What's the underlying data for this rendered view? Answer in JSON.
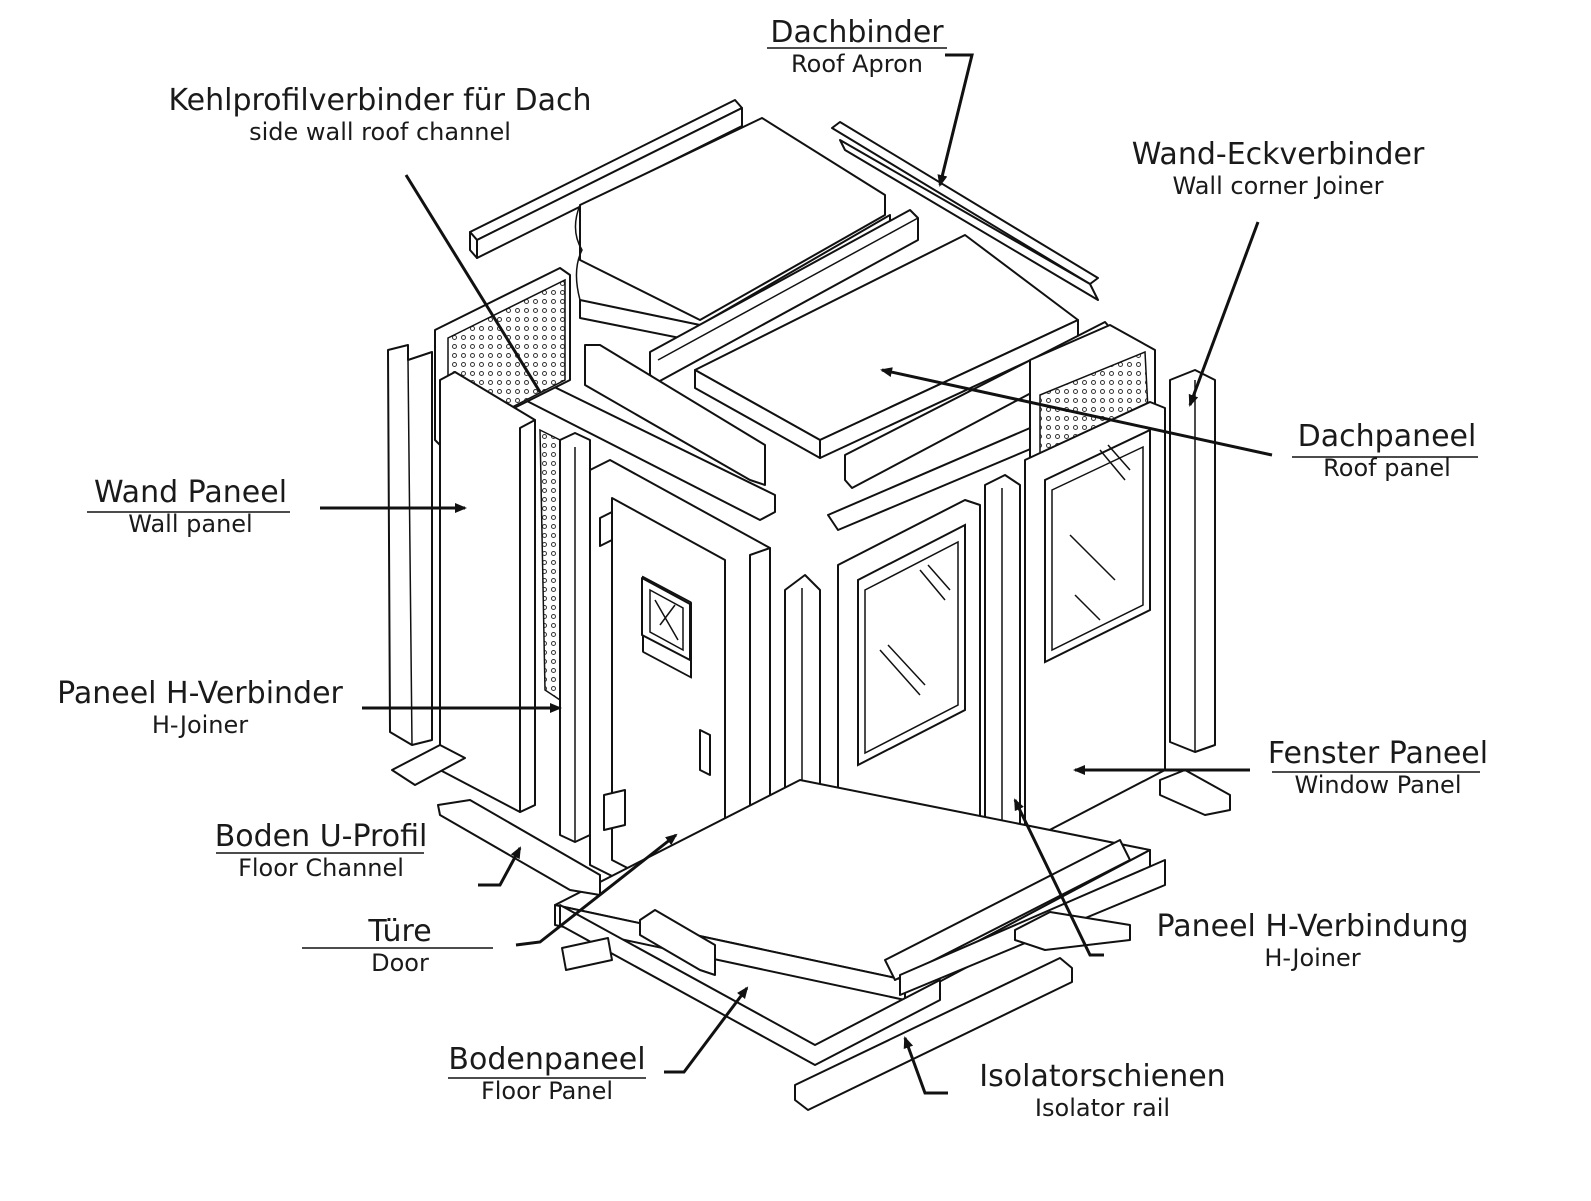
{
  "labels": {
    "dachbinder": {
      "de": "Dachbinder",
      "en": "Roof Apron"
    },
    "kehlprofil": {
      "de": "Kehlprofilverbinder für Dach",
      "en": "side wall roof channel"
    },
    "wandeck": {
      "de": "Wand-Eckverbinder",
      "en": "Wall corner Joiner"
    },
    "dachpaneel": {
      "de": "Dachpaneel",
      "en": "Roof panel"
    },
    "wandpaneel": {
      "de": "Wand Paneel",
      "en": "Wall panel"
    },
    "hverbinder": {
      "de": "Paneel H-Verbinder",
      "en": "H-Joiner"
    },
    "fenster": {
      "de": "Fenster Paneel",
      "en": "Window Panel"
    },
    "boden_u": {
      "de": "Boden U-Profil",
      "en": "Floor Channel"
    },
    "tuere": {
      "de": "Türe",
      "en": "Door"
    },
    "hverbindung": {
      "de": "Paneel H-Verbindung",
      "en": "H-Joiner"
    },
    "bodenpaneel": {
      "de": "Bodenpaneel",
      "en": "Floor Panel"
    },
    "isolator": {
      "de": "Isolatorschienen",
      "en": "Isolator rail"
    }
  }
}
